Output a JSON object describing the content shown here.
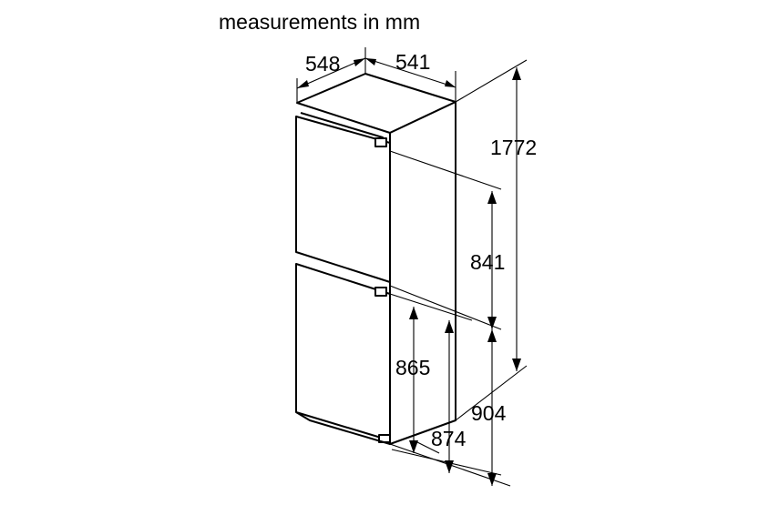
{
  "diagram": {
    "title": "measurements in mm",
    "dimensions": {
      "depth": "548",
      "width": "541",
      "height": "1772",
      "upper_compartment": "841",
      "lower_door": "865",
      "lower_niche": "874",
      "lower_section": "904"
    }
  }
}
